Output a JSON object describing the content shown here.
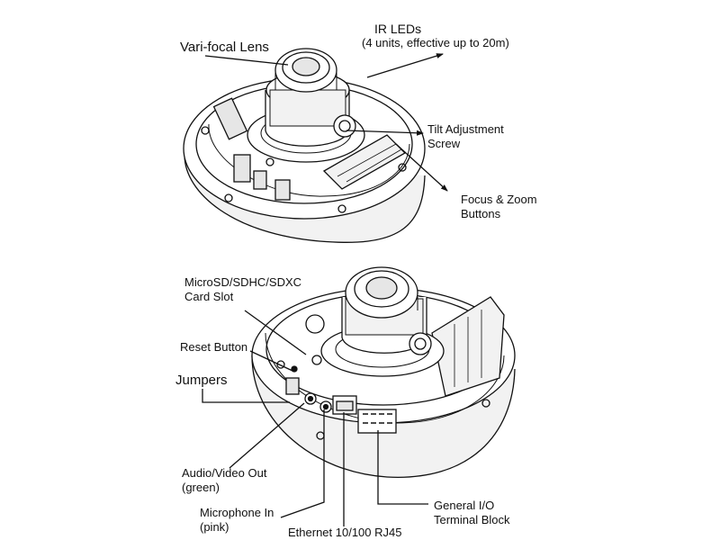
{
  "labels": {
    "vari_focal_lens": "Vari-focal Lens",
    "ir_leds": {
      "line1": "IR LEDs",
      "line2": "(4 units, effective up to 20m)"
    },
    "tilt_screw": {
      "line1": "Tilt Adjustment",
      "line2": "Screw"
    },
    "focus_zoom": {
      "line1": "Focus & Zoom",
      "line2": "Buttons"
    },
    "card_slot": {
      "line1": "MicroSD/SDHC/SDXC",
      "line2": "Card Slot"
    },
    "reset_button": "Reset Button",
    "jumpers": "Jumpers",
    "av_out": {
      "line1": "Audio/Video Out",
      "line2": "(green)"
    },
    "mic_in": {
      "line1": "Microphone In",
      "line2": "(pink)"
    },
    "ethernet": "Ethernet 10/100 RJ45",
    "gio": {
      "line1": "General I/O",
      "line2": "Terminal Block"
    }
  },
  "colors": {
    "ink": "#111111",
    "paper": "#ffffff",
    "shade": "#e6e6e6"
  }
}
